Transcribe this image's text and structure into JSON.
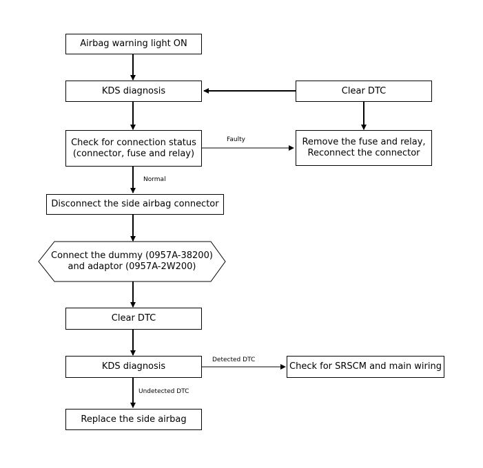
{
  "nodes": {
    "warning_light": "Airbag warning light ON",
    "kds_diagnosis_1": "KDS diagnosis",
    "clear_dtc_1": "Clear DTC",
    "check_connection_line1": "Check for connection status",
    "check_connection_line2": "(connector, fuse and relay)",
    "remove_fuse_line1": "Remove the fuse and relay,",
    "remove_fuse_line2": "Reconnect the connector",
    "disconnect_side": "Disconnect the side airbag connector",
    "connect_dummy_line1": "Connect the dummy (0957A-38200)",
    "connect_dummy_line2": "and adaptor (0957A-2W200)",
    "clear_dtc_2": "Clear DTC",
    "kds_diagnosis_2": "KDS diagnosis",
    "check_srscm": "Check for SRSCM and main wiring",
    "replace_side_airbag": "Replace the side airbag"
  },
  "edge_labels": {
    "faulty": "Faulty",
    "normal": "Normal",
    "detected_dtc": "Detected DTC",
    "undetected_dtc": "Undetected DTC"
  }
}
